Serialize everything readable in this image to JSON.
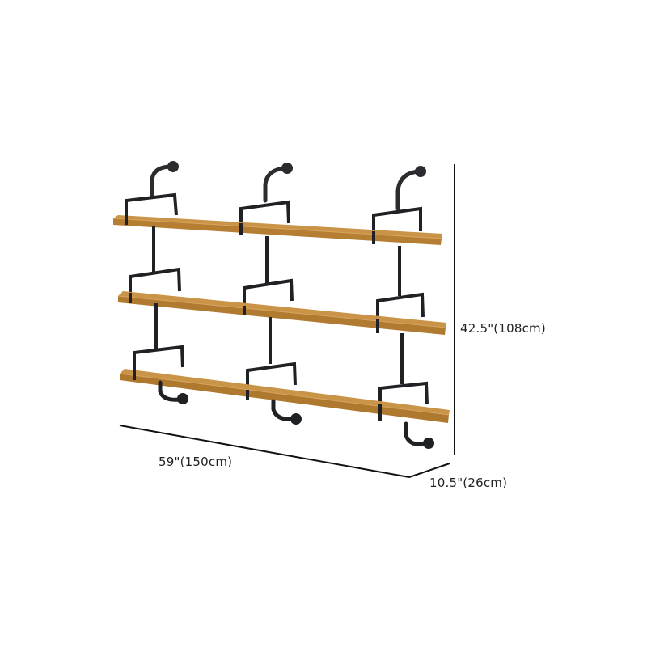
{
  "product": {
    "type": "wall-mounted-pipe-shelf",
    "shelf_count": 3,
    "bracket_columns": 3
  },
  "dimensions": {
    "height": "42.5\"(108cm)",
    "width": "59\"(150cm)",
    "depth": "10.5\"(26cm)"
  },
  "colors": {
    "background": "#ffffff",
    "wood": "#c8913f",
    "wood_dark": "#a8722a",
    "wood_edge": "#b07c34",
    "metal": "#1f2124",
    "dimension_line": "#111111",
    "label_text": "#222222"
  }
}
